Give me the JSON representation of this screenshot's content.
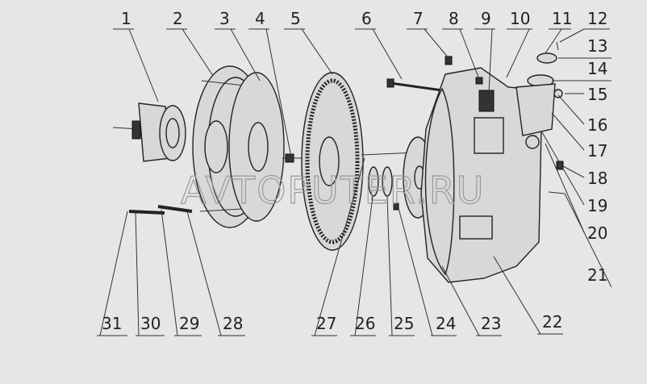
{
  "watermark": "AVTOPUTER.RU",
  "callouts": [
    "1",
    "2",
    "3",
    "4",
    "5",
    "6",
    "7",
    "8",
    "9",
    "10",
    "11",
    "12",
    "13",
    "14",
    "15",
    "16",
    "17",
    "18",
    "19",
    "20",
    "21",
    "22",
    "23",
    "24",
    "25",
    "26",
    "27",
    "28",
    "29",
    "30",
    "31"
  ]
}
